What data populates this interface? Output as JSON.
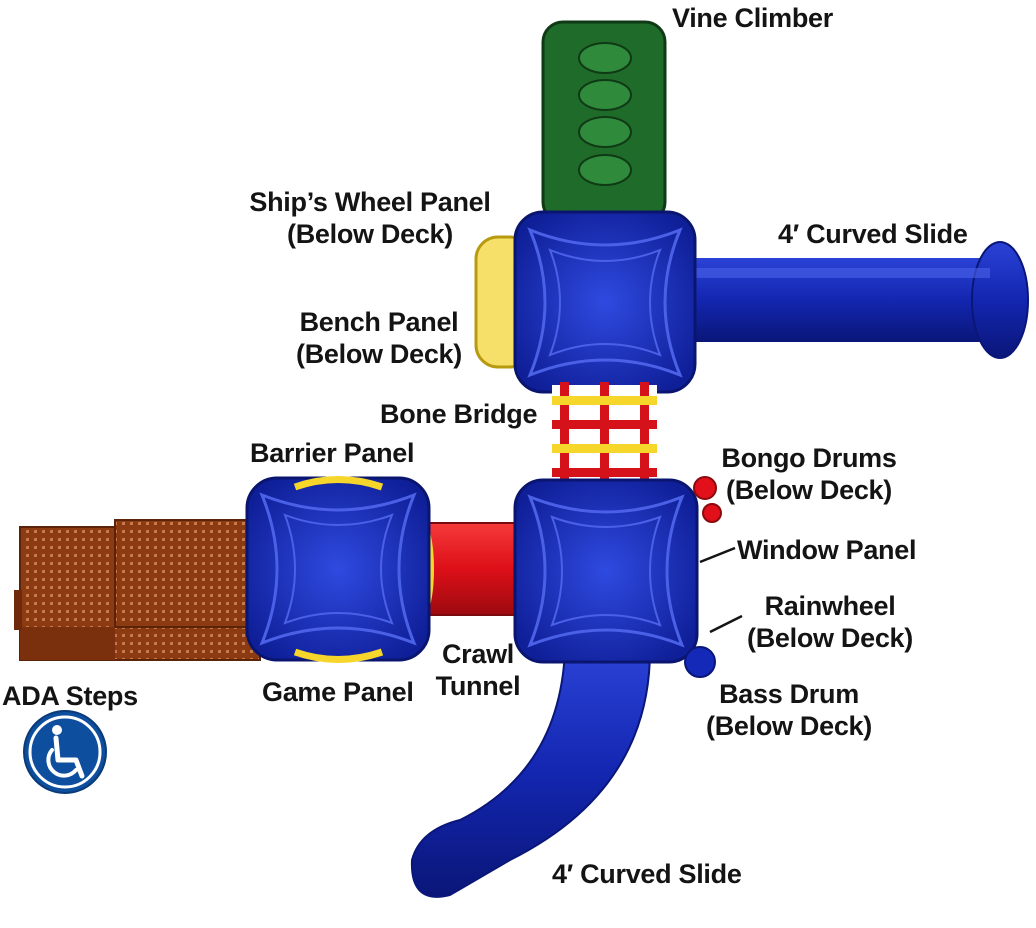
{
  "labels": {
    "vine_climber": "Vine Climber",
    "ships_wheel_panel": [
      "Ship’s Wheel Panel",
      "(Below Deck)"
    ],
    "curved_slide_top": "4′ Curved Slide",
    "bench_panel": [
      "Bench Panel",
      "(Below Deck)"
    ],
    "bone_bridge": "Bone Bridge",
    "barrier_panel": "Barrier Panel",
    "bongo_drums": [
      "Bongo Drums",
      "(Below Deck)"
    ],
    "window_panel": "Window Panel",
    "rainwheel": [
      "Rainwheel",
      "(Below Deck)"
    ],
    "crawl_tunnel": [
      "Crawl",
      "Tunnel"
    ],
    "game_panel": "Game Panel",
    "ada_steps": "ADA Steps",
    "bass_drum": [
      "Bass Drum",
      "(Below Deck)"
    ],
    "curved_slide_bottom": "4′ Curved Slide"
  },
  "icons": {
    "accessibility": "wheelchair-icon"
  },
  "colors": {
    "deck_blue": "#1426b4",
    "slide_blue": "#1529b8",
    "climber_green": "#1e6b2a",
    "tunnel_red": "#e1101b",
    "bridge_red": "#d5121a",
    "accent_yellow": "#f6d62a",
    "steps_brown": "#8b3a12",
    "ada_blue": "#0d4f9e"
  }
}
